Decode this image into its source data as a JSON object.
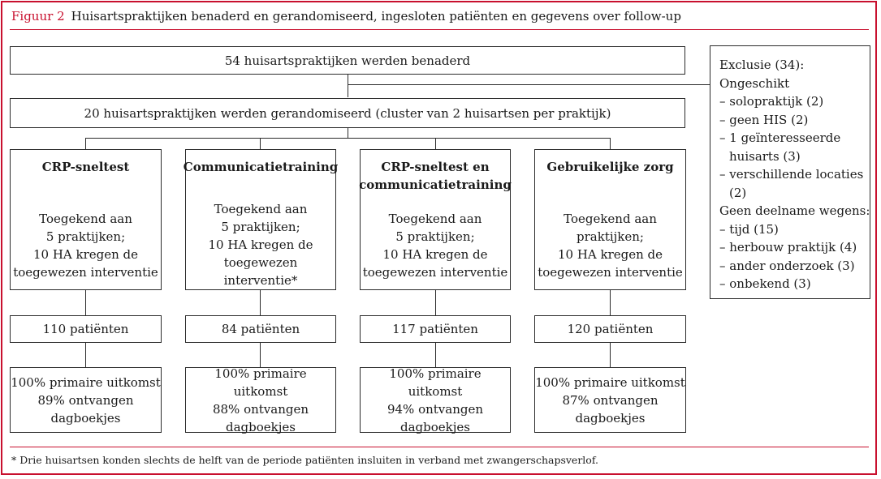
{
  "header": {
    "figure_label": "Figuur 2",
    "title": "Huisartspraktijken benaderd en gerandomiseerd, ingesloten patiënten en gegevens over follow-up"
  },
  "flow": {
    "approached": "54 huisartspraktijken werden benaderd",
    "randomised": "20 huisartspraktijken werden gerandomiseerd (cluster van 2 huisartsen per praktijk)",
    "arms": [
      {
        "title_lines": [
          "CRP-sneltest"
        ],
        "body_lines": [
          "Toegekend aan",
          "5 praktijken;",
          "10 HA kregen de",
          "toegewezen interventie"
        ],
        "patients": "110 patiënten",
        "outcome_lines": [
          "100% primaire uitkomst",
          "89% ontvangen",
          "dagboekjes"
        ]
      },
      {
        "title_lines": [
          "Communicatietraining"
        ],
        "body_lines": [
          "Toegekend aan",
          "5 praktijken;",
          "10 HA kregen de",
          "toegewezen interventie*"
        ],
        "patients": "84 patiënten",
        "outcome_lines": [
          "100% primaire uitkomst",
          "88% ontvangen",
          "dagboekjes"
        ]
      },
      {
        "title_lines": [
          "CRP-sneltest en",
          "communicatietraining"
        ],
        "body_lines": [
          "Toegekend aan",
          "5 praktijken;",
          "10 HA kregen de",
          "toegewezen interventie"
        ],
        "patients": "117 patiënten",
        "outcome_lines": [
          "100% primaire uitkomst",
          "94% ontvangen",
          "dagboekjes"
        ]
      },
      {
        "title_lines": [
          "Gebruikelijke zorg"
        ],
        "body_lines": [
          "Toegekend aan",
          "praktijken;",
          "10 HA kregen de",
          "toegewezen interventie"
        ],
        "patients": "120 patiënten",
        "outcome_lines": [
          "100% primaire uitkomst",
          "87% ontvangen",
          "dagboekjes"
        ]
      }
    ]
  },
  "exclusion": {
    "lines": [
      {
        "text": "Exclusie (34):",
        "indent": false
      },
      {
        "text": "Ongeschikt",
        "indent": false
      },
      {
        "text": "– solopraktijk (2)",
        "indent": false
      },
      {
        "text": "– geen HIS (2)",
        "indent": false
      },
      {
        "text": "– 1 geïnteresseerde",
        "indent": false
      },
      {
        "text": "huisarts (3)",
        "indent": true
      },
      {
        "text": "– verschillende locaties",
        "indent": false
      },
      {
        "text": "(2)",
        "indent": true
      },
      {
        "text": "Geen deelname wegens:",
        "indent": false
      },
      {
        "text": "– tijd (15)",
        "indent": false
      },
      {
        "text": "– herbouw praktijk (4)",
        "indent": false
      },
      {
        "text": "– ander onderzoek (3)",
        "indent": false
      },
      {
        "text": "– onbekend (3)",
        "indent": false
      }
    ]
  },
  "footnote": "* Drie huisartsen konden slechts de helft van de periode patiënten insluiten in verband met zwangerschapsverlof.",
  "colors": {
    "accent": "#c8102e",
    "line": "#2b2b2b"
  }
}
